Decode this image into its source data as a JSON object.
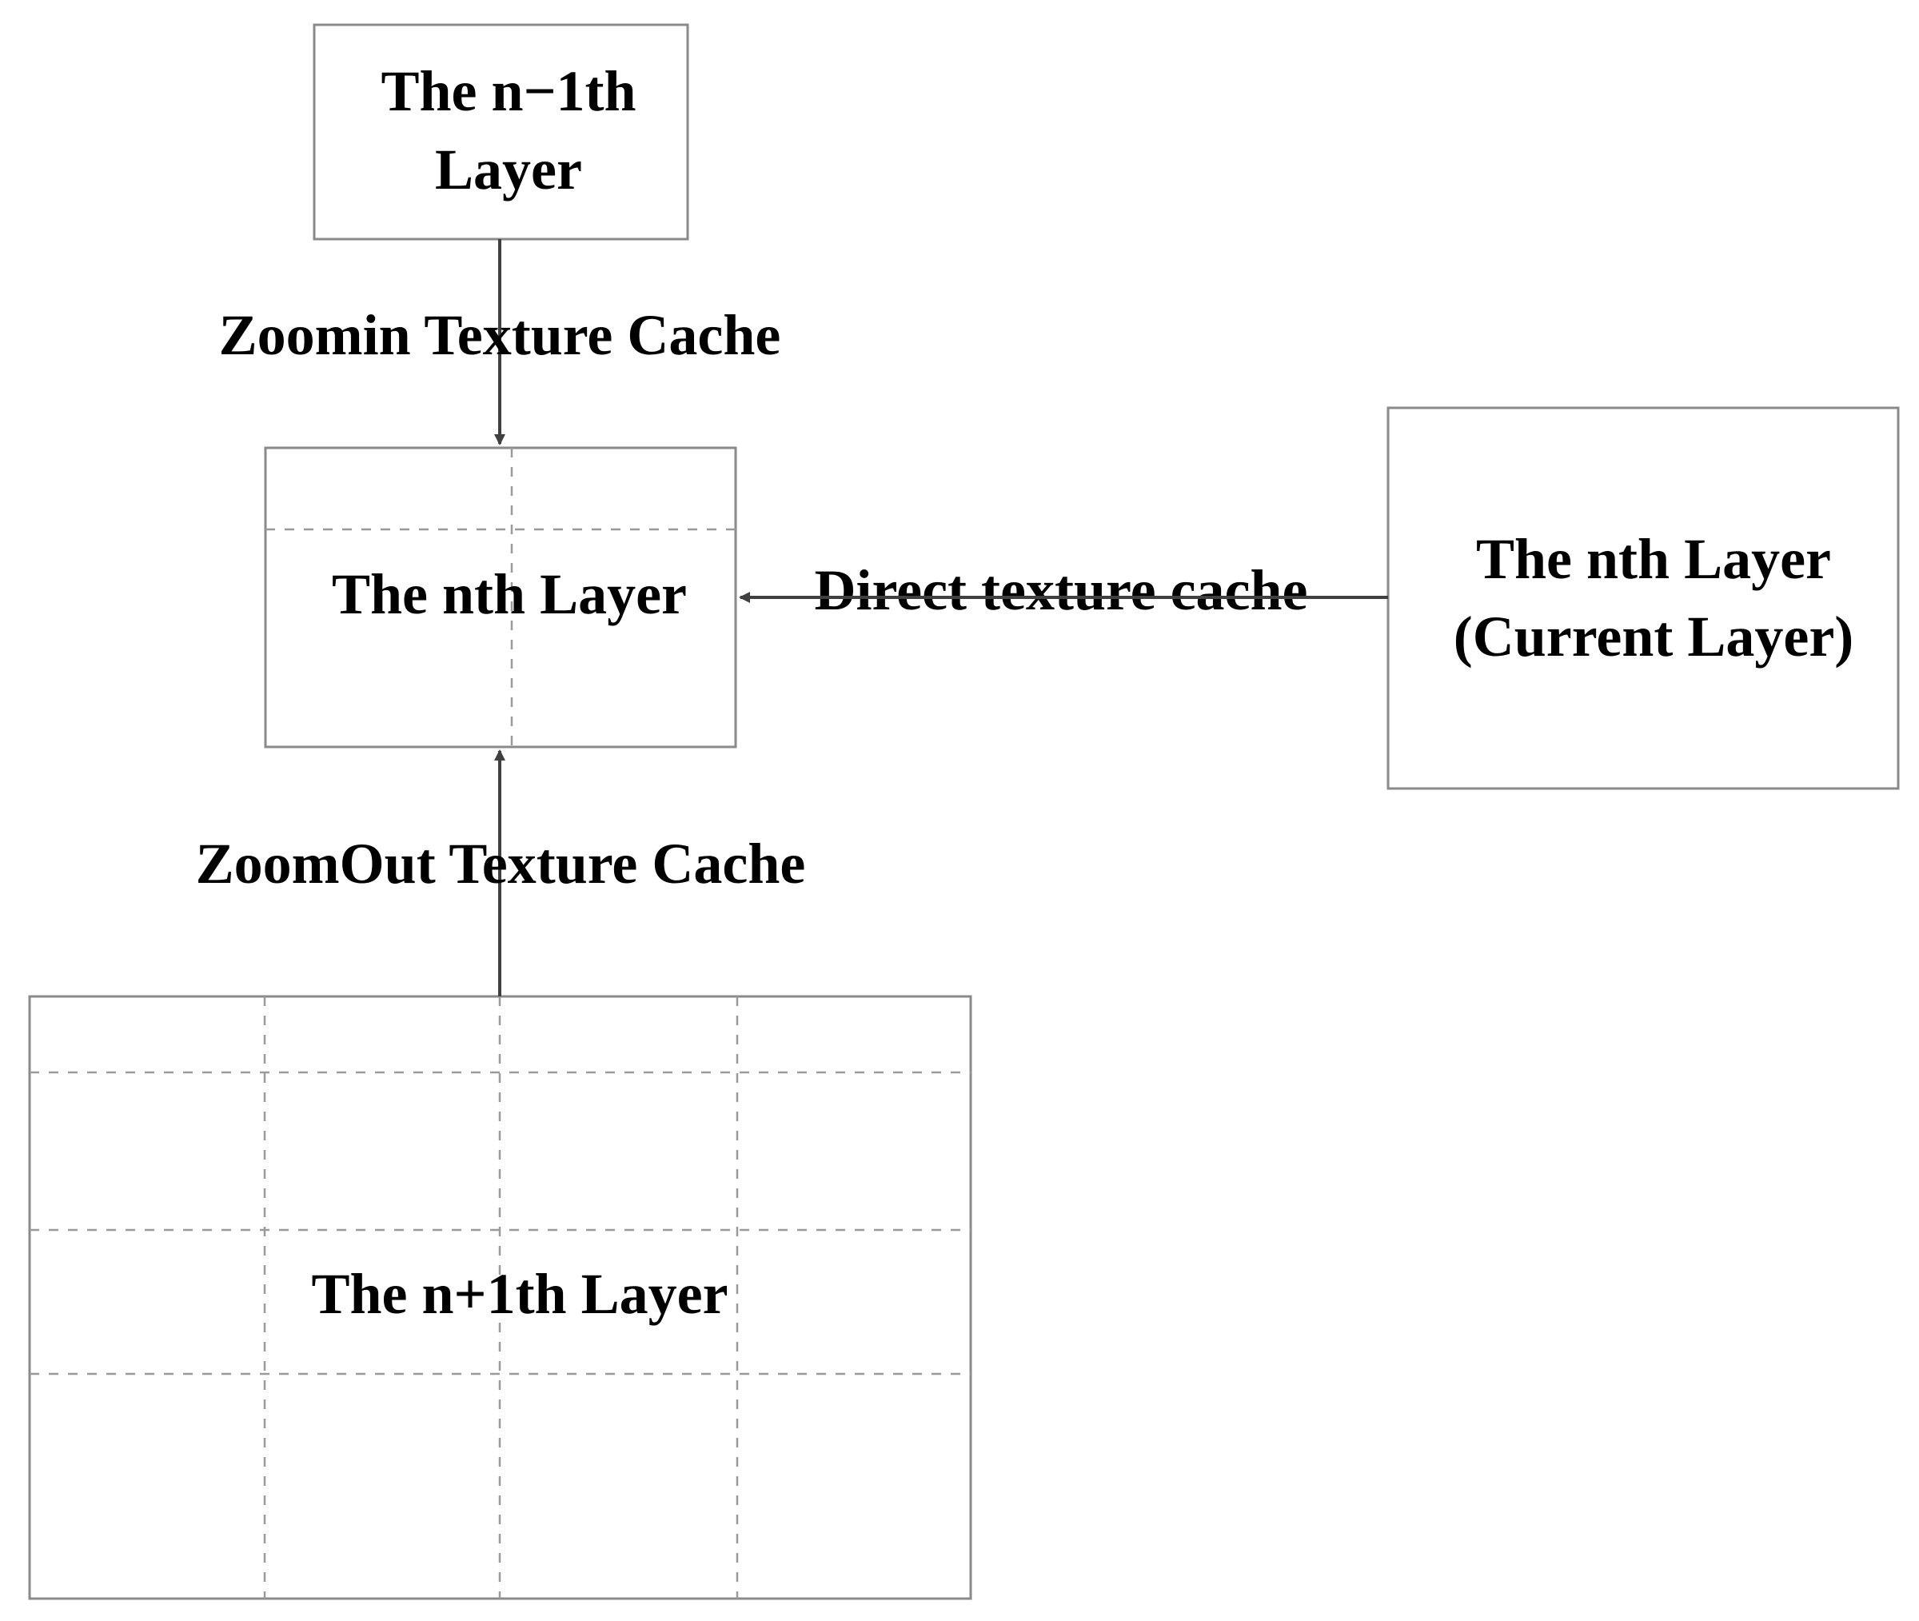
{
  "nodes": {
    "prev_layer": {
      "line1": "The n−1th",
      "line2": "Layer"
    },
    "nth_layer": {
      "label": "The nth Layer"
    },
    "current_layer": {
      "line1": "The nth Layer",
      "line2": "(Current Layer)"
    },
    "next_layer": {
      "label": "The n+1th Layer"
    }
  },
  "edges": {
    "zoomin": {
      "label": "Zoomin Texture Cache"
    },
    "direct": {
      "label": "Direct texture cache"
    },
    "zoomout": {
      "label": "ZoomOut Texture Cache"
    }
  },
  "colors": {
    "box_border": "#8a8a8a",
    "grid_dash": "#9a9a9a",
    "arrow": "#404040",
    "text": "#000000"
  }
}
